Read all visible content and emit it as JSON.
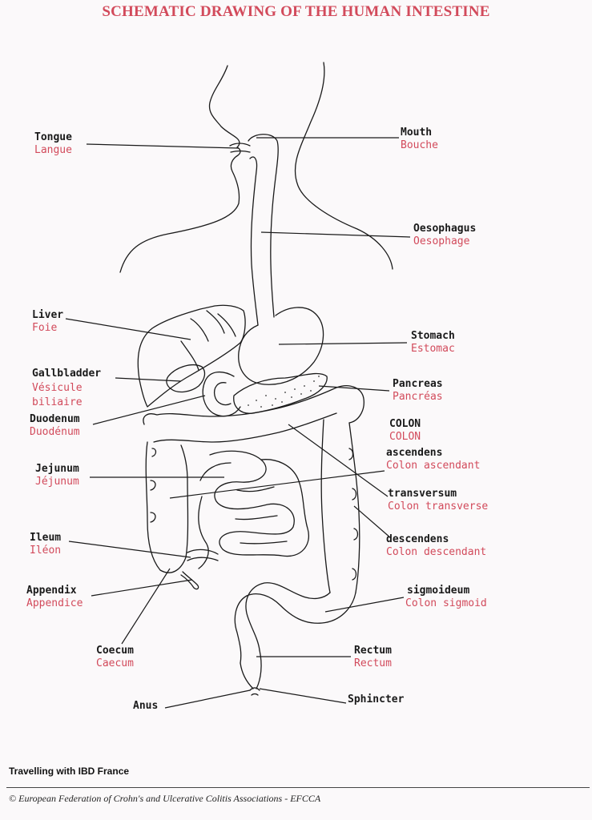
{
  "title": "SCHEMATIC DRAWING OF THE HUMAN INTESTINE",
  "colors": {
    "accent": "#d24a5b",
    "text": "#1a1a1a",
    "background": "#fbf9fa"
  },
  "labels": {
    "tongue": {
      "en": "Tongue",
      "fr": "Langue"
    },
    "mouth": {
      "en": "Mouth",
      "fr": "Bouche"
    },
    "oesophagus": {
      "en": "Oesophagus",
      "fr": "Oesophage"
    },
    "liver": {
      "en": "Liver",
      "fr": "Foie"
    },
    "stomach": {
      "en": "Stomach",
      "fr": "Estomac"
    },
    "gallbladder": {
      "en": "Gallbladder",
      "fr": "Vésicule",
      "fr2": "biliaire"
    },
    "pancreas": {
      "en": "Pancreas",
      "fr": "Pancréas"
    },
    "duodenum": {
      "en": "Duodenum",
      "fr": "Duodénum"
    },
    "colon": {
      "en": "COLON",
      "fr": "COLON"
    },
    "ascendens": {
      "en": "ascendens",
      "fr": "Colon ascendant"
    },
    "jejunum": {
      "en": "Jejunum",
      "fr": "Jéjunum"
    },
    "transversum": {
      "en": "transversum",
      "fr": "Colon transverse"
    },
    "ileum": {
      "en": "Ileum",
      "fr": "Iléon"
    },
    "descendens": {
      "en": "descendens",
      "fr": "Colon descendant"
    },
    "appendix": {
      "en": "Appendix",
      "fr": "Appendice"
    },
    "sigmoideum": {
      "en": "sigmoideum",
      "fr": "Colon sigmoid"
    },
    "coecum": {
      "en": "Coecum",
      "fr": "Caecum"
    },
    "rectum": {
      "en": "Rectum",
      "fr": "Rectum"
    },
    "anus": {
      "en": "Anus"
    },
    "sphincter": {
      "en": "Sphincter"
    }
  },
  "footer": {
    "organization": "Travelling with IBD France",
    "copyright": "© European Federation of Crohn's and Ulcerative Colitis Associations - EFCCA"
  }
}
